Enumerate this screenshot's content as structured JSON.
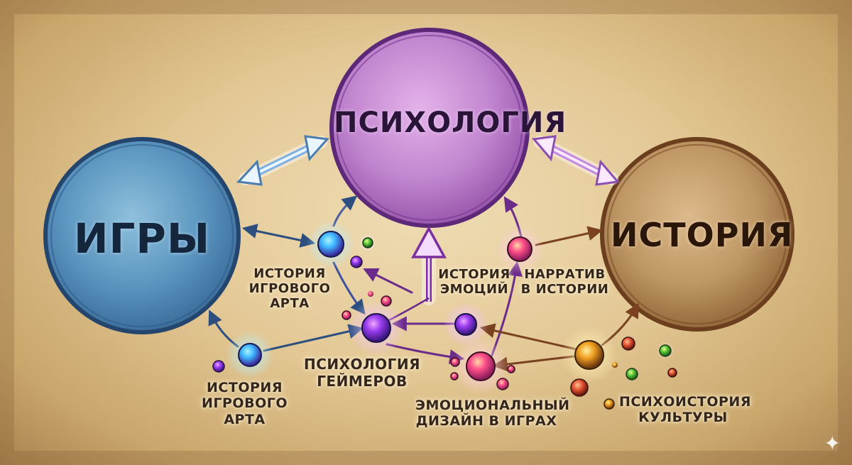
{
  "main_circles": {
    "psychology": "ПСИХОЛОГИЯ",
    "games": "ИГРЫ",
    "history": "ИСТОРИЯ"
  },
  "labels": {
    "game_art_history_top": [
      "ИСТОРИЯ",
      "ИГРОВОГО",
      "АРТА"
    ],
    "game_art_history_bottom": [
      "ИСТОРИЯ",
      "ИГРОВОГО",
      "АРТА"
    ],
    "gamer_psychology": [
      "ПСИХОЛОГИЯ",
      "ГЕЙМЕРОВ"
    ],
    "emotion_history": [
      "ИСТОРИЯ",
      "ЭМОЦИЙ"
    ],
    "narrative_history": [
      "НАРРАТИВ",
      "В ИСТОРИИ"
    ],
    "emotional_design": [
      "ЭМОЦИОНАЛЬНЫЙ",
      "ДИЗАЙН В ИГРАХ"
    ],
    "culture_psychohistory": [
      "ПСИХОИСТОРИЯ",
      "КУЛЬТУРЫ"
    ]
  },
  "colors": {
    "games_fill": "#4f87b2",
    "games_stroke": "#24466e",
    "psychology_fill": "#b679c4",
    "psychology_stroke": "#5d2878",
    "history_fill": "#b38a5c",
    "history_stroke": "#6b3f1d"
  },
  "icons": {
    "corner": "sparkle-icon"
  }
}
